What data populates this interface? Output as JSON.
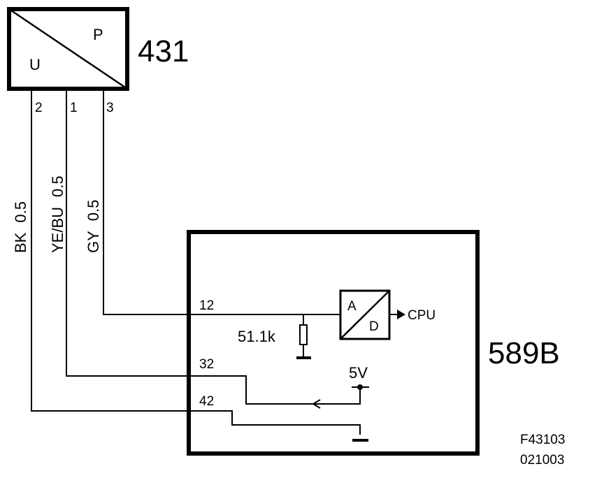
{
  "sensor": {
    "id": "431",
    "label_u": "U",
    "label_p": "P",
    "pins": [
      "2",
      "1",
      "3"
    ]
  },
  "wires": [
    {
      "color": "BK",
      "size": "0.5"
    },
    {
      "color": "YE/BU",
      "size": "0.5"
    },
    {
      "color": "GY",
      "size": "0.5"
    }
  ],
  "module": {
    "id": "589B",
    "pins": [
      "12",
      "32",
      "42"
    ],
    "resistor": "51.1k",
    "adc_a": "A",
    "adc_d": "D",
    "cpu": "CPU",
    "supply": "5V"
  },
  "footer": {
    "code1": "F43103",
    "code2": "021003"
  }
}
